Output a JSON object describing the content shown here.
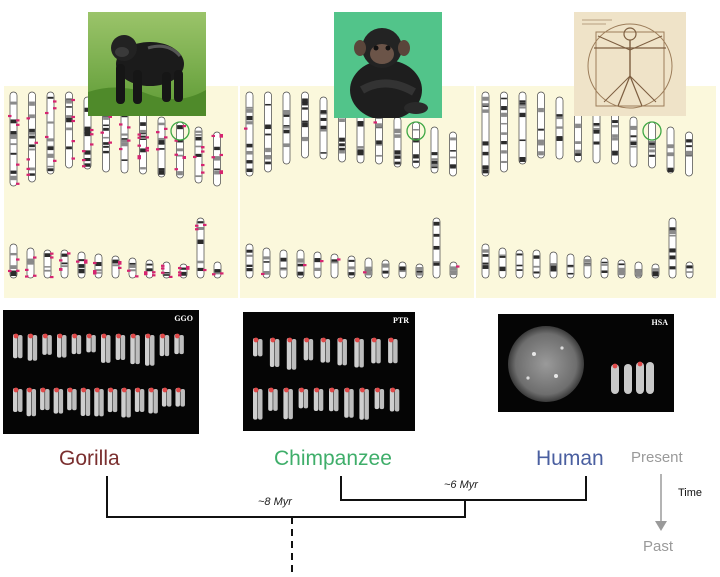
{
  "species": [
    {
      "id": "gorilla",
      "name": "Gorilla",
      "code": "GGO",
      "color": "#7a2f2f"
    },
    {
      "id": "chimpanzee",
      "name": "Chimpanzee",
      "code": "PTR",
      "color": "#3fae6a"
    },
    {
      "id": "human",
      "name": "Human",
      "code": "HSA",
      "color": "#4a5fa0"
    }
  ],
  "divergence": {
    "human_chimp": "~6 Myr",
    "gorilla_split": "~8 Myr"
  },
  "time_axis": {
    "present": "Present",
    "time": "Time",
    "past": "Past"
  },
  "colors": {
    "panel_background": "#fbf8dc",
    "marker": "#d6236f",
    "highlight": "#3fa845"
  }
}
